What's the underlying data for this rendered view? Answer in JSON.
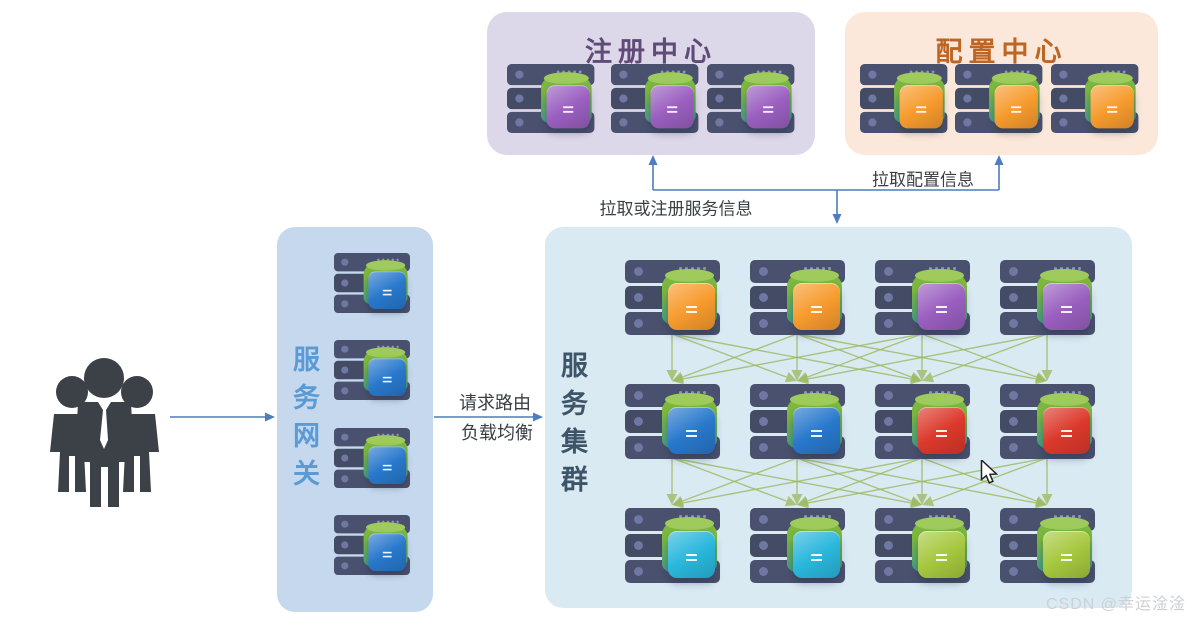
{
  "registry": {
    "title": "注册中心",
    "servers": [
      "purple",
      "purple",
      "purple"
    ]
  },
  "config_center": {
    "title": "配置中心",
    "servers": [
      "orange",
      "orange",
      "orange"
    ]
  },
  "gateway": {
    "title": "服务网关",
    "servers": [
      "blue",
      "blue",
      "blue",
      "blue"
    ]
  },
  "cluster": {
    "title": "服务集群",
    "server_rows": [
      [
        "orange",
        "orange",
        "purple",
        "purple"
      ],
      [
        "blue",
        "blue",
        "red",
        "red"
      ],
      [
        "cyan",
        "cyan",
        "lime",
        "lime"
      ]
    ]
  },
  "labels": {
    "pull_register": "拉取或注册服务信息",
    "pull_config": "拉取配置信息",
    "request_route": "请求路由",
    "load_balance": "负载均衡"
  },
  "watermark": "CSDN @幸运淦淦",
  "icons": [
    "users-icon",
    "server-icon",
    "database-cylinder-icon",
    "service-cube-icon",
    "mouse-cursor-icon"
  ],
  "colors": {
    "registry_bg": "#dcd7e9",
    "registry_title": "#5f4b76",
    "config_bg": "#fbe8da",
    "config_title": "#bd6524",
    "gateway_bg": "#c5d8ee",
    "gateway_title": "#5b9bd5",
    "cluster_bg": "#daeaf3",
    "cluster_title": "#3e5468",
    "arrow_blue": "#4d7cc0",
    "mesh_green": "#9cb85e",
    "server_bar": "#49516e",
    "server_dot": "#6f77a3",
    "server_pips": "#8d95bd",
    "cyl_top": "#9ecb5b",
    "cyl_mid": "#7cb83e",
    "cyl_bottom": "#3e9c8e",
    "cube_orange": "#f79b2e",
    "cube_purple": "#9a5fc0",
    "cube_blue": "#2878cc",
    "cube_red": "#dc392b",
    "cube_cyan": "#2ab7dc",
    "cube_lime": "#a6c83f",
    "label_text": "#3a3f45",
    "people": "#3b4147",
    "watermark_text": "#ccd1d5"
  }
}
